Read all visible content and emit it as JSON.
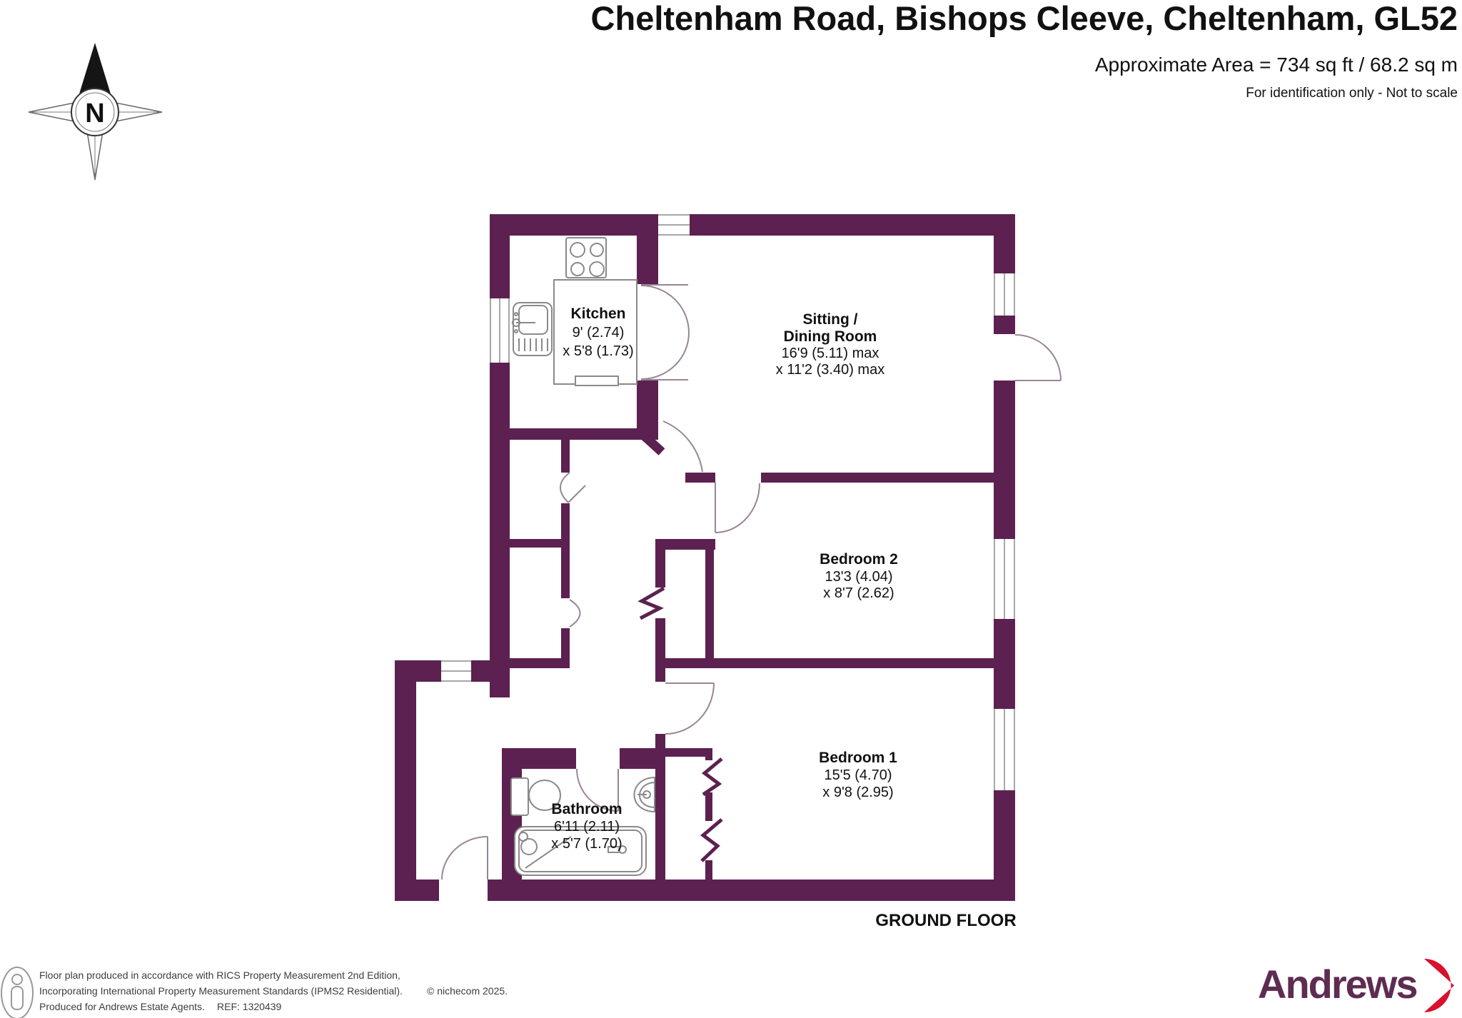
{
  "header": {
    "title": "Cheltenham Road, Bishops Cleeve, Cheltenham, GL52",
    "area_line": "Approximate Area = 734 sq ft / 68.2 sq m",
    "disclaimer": "For identification only - Not to scale"
  },
  "compass": {
    "north_label": "N"
  },
  "plan": {
    "floor_label": "GROUND FLOOR",
    "rooms": [
      {
        "name": "Kitchen",
        "dims": [
          "9' (2.74)",
          "x 5'8 (1.73)"
        ]
      },
      {
        "name": "Sitting /",
        "name2": "Dining Room",
        "dims": [
          "16'9 (5.11) max",
          "x 11'2 (3.40) max"
        ]
      },
      {
        "name": "Bedroom 2",
        "dims": [
          "13'3 (4.04)",
          "x 8'7 (2.62)"
        ]
      },
      {
        "name": "Bedroom 1",
        "dims": [
          "15'5 (4.70)",
          "x 9'8 (2.95)"
        ]
      },
      {
        "name": "Bathroom",
        "dims": [
          "6'11 (2.11)",
          "x 5'7 (1.70)"
        ]
      }
    ]
  },
  "footer": {
    "line1": "Floor plan produced in accordance with RICS Property Measurement 2nd Edition,",
    "line2": "Incorporating International Property Measurement Standards (IPMS2 Residential).",
    "copyright": "© nichecom 2025.",
    "line3": "Produced for Andrews Estate Agents.",
    "ref": "REF: 1320439"
  },
  "brand": {
    "name": "Andrews"
  },
  "colors": {
    "wall": "#5c2150",
    "brand_purple": "#5f2c51",
    "brand_red": "#d8112d",
    "fixture_line": "#8a8a8a",
    "door_line": "#9a8595"
  }
}
